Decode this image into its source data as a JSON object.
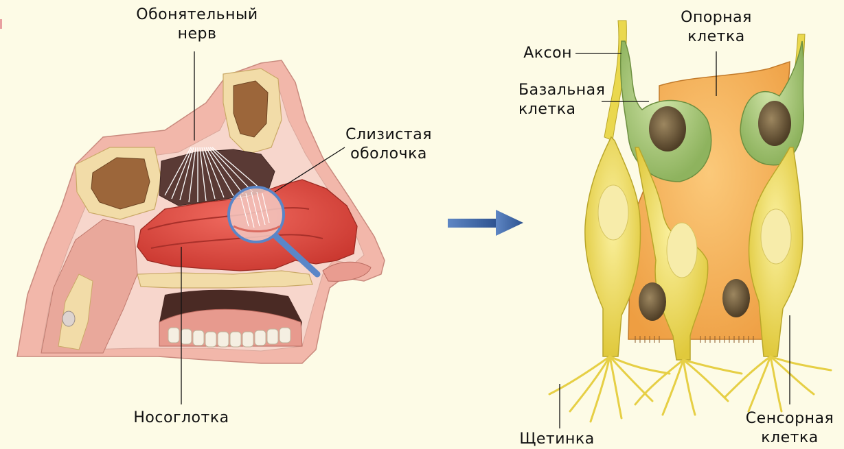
{
  "labels": {
    "olfactory_nerve": "Обонятельный\nнерв",
    "mucous_membrane": "Слизистая\nоболочка",
    "nasopharynx": "Носоглотка",
    "axon": "Аксон",
    "basal_cell": "Базальная\nклетка",
    "supporting_cell": "Опорная\nклетка",
    "cilium": "Щетинка",
    "sensory_cell": "Сенсорная\nклетка"
  },
  "colors": {
    "background": "#fdfbe6",
    "mucosa": "#e0463f",
    "skin": "#f2b7aa",
    "bone": "#f2dca8",
    "sinus": "#a06a3c",
    "nerve": "#ffffff",
    "arrow": "#3a62a8",
    "sensory_cell": "#ecdb55",
    "supporting_cell": "#f5b35a",
    "basal_cell": "#a9c978",
    "nucleus": "#6e5838",
    "magnifier": "#5a86c8"
  }
}
